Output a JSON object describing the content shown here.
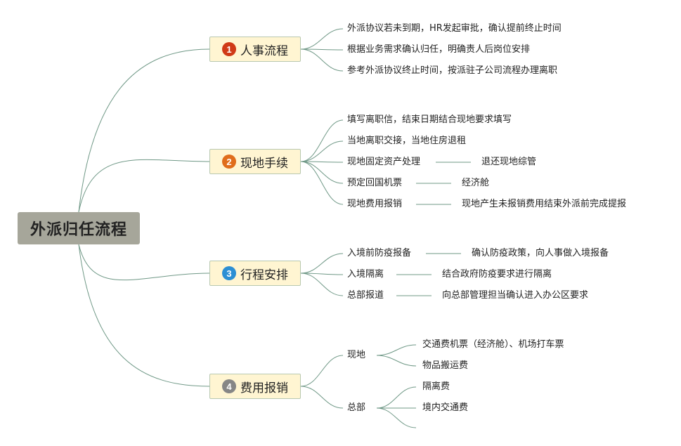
{
  "root": {
    "label": "外派归任流程"
  },
  "colors": {
    "line": "#6f9886",
    "root_bg": "#a6a69a",
    "main_bg": "#fff5d2",
    "badge1": "#d03a17",
    "badge2": "#e06d1b",
    "badge3": "#2c8fd4",
    "badge4": "#868686"
  },
  "branches": [
    {
      "number": "1",
      "label": "人事流程",
      "children": [
        {
          "text": "外派协议若未到期，HR发起审批，确认提前终止时间"
        },
        {
          "text": "根据业务需求确认归任，明确责人后岗位安排"
        },
        {
          "text": "参考外派协议终止时间，按派驻子公司流程办理离职"
        }
      ]
    },
    {
      "number": "2",
      "label": "现地手续",
      "children": [
        {
          "text": "填写离职信，结束日期结合现地要求填写"
        },
        {
          "text": "当地离职交接，当地住房退租"
        },
        {
          "text": "现地固定资产处理",
          "sub": "退还现地综管"
        },
        {
          "text": "预定回国机票",
          "sub": "经济舱"
        },
        {
          "text": "现地费用报销",
          "sub": "现地产生未报销费用结束外派前完成提报"
        }
      ]
    },
    {
      "number": "3",
      "label": "行程安排",
      "children": [
        {
          "text": "入境前防疫报备",
          "sub": "确认防疫政策，向人事做入境报备"
        },
        {
          "text": "入境隔离",
          "sub": "结合政府防疫要求进行隔离"
        },
        {
          "text": "总部报道",
          "sub": "向总部管理担当确认进入办公区要求"
        }
      ]
    },
    {
      "number": "4",
      "label": "费用报销",
      "children": [
        {
          "text": "现地",
          "subs": [
            "交通费机票（经济舱）、机场打车票",
            "物品搬运费"
          ]
        },
        {
          "text": "总部",
          "subs": [
            "隔离费",
            "境内交通费",
            ""
          ]
        }
      ]
    }
  ]
}
